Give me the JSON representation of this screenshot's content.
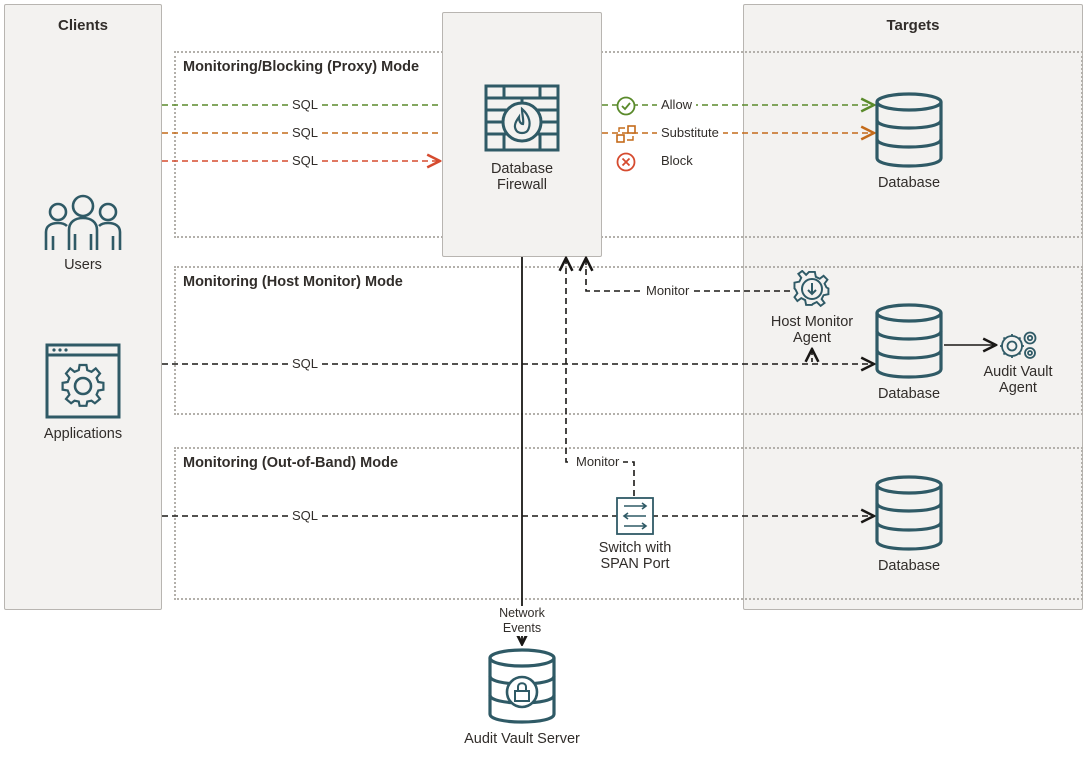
{
  "panels": {
    "clients_title": "Clients",
    "targets_title": "Targets"
  },
  "modes": {
    "proxy": "Monitoring/Blocking (Proxy) Mode",
    "host_monitor": "Monitoring (Host Monitor) Mode",
    "out_of_band": "Monitoring (Out-of-Band) Mode"
  },
  "clients": {
    "users": "Users",
    "applications": "Applications"
  },
  "firewall": {
    "label": "Database Firewall"
  },
  "proxy_flows": {
    "sql_1": "SQL",
    "sql_2": "SQL",
    "sql_3": "SQL",
    "allow": "Allow",
    "substitute": "Substitute",
    "block": "Block"
  },
  "host_monitor": {
    "sql": "SQL",
    "monitor": "Monitor",
    "agent_label": "Host Monitor Agent",
    "audit_vault_agent": "Audit Vault Agent"
  },
  "out_of_band": {
    "sql": "SQL",
    "monitor": "Monitor",
    "switch_label": "Switch with SPAN Port"
  },
  "targets": {
    "db1": "Database",
    "db2": "Database",
    "db3": "Database"
  },
  "audit": {
    "network_events": "Network Events",
    "server_label": "Audit Vault Server"
  },
  "colors": {
    "allow": "#5a8a2b",
    "substitute": "#c46b1a",
    "block": "#d64b2f",
    "icon": "#2f5a66",
    "line": "#1a1816"
  }
}
